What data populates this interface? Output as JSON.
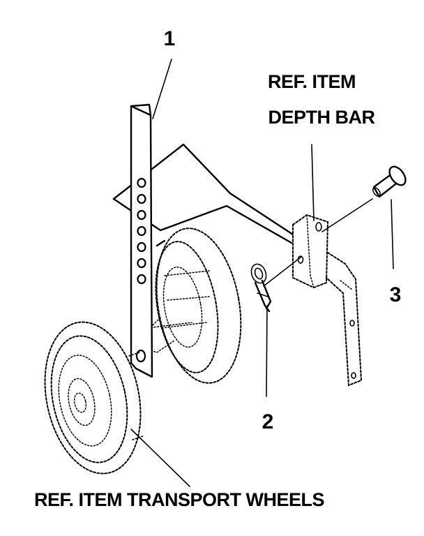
{
  "callouts": {
    "part_1": "1",
    "part_2": "2",
    "part_3": "3",
    "depth_bar_line1": "REF. ITEM",
    "depth_bar_line2": "DEPTH BAR",
    "transport_wheels": "REF. ITEM TRANSPORT WHEELS"
  }
}
